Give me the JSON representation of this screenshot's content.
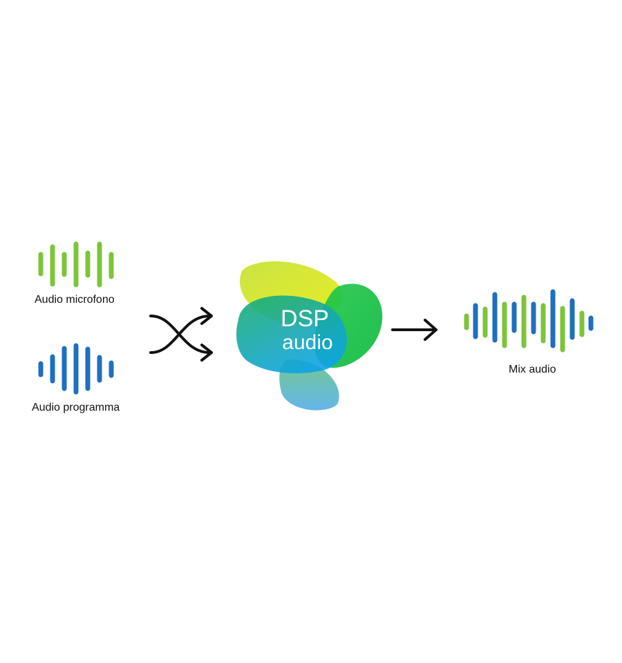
{
  "inputs": {
    "microphone": {
      "label": "Audio microfono",
      "color": "#7dc43a"
    },
    "program": {
      "label": "Audio programma",
      "color": "#1e6fbf"
    }
  },
  "dsp": {
    "line1": "DSP",
    "line2": "audio"
  },
  "output": {
    "label": "Mix audio"
  },
  "colors": {
    "green": "#7dc43a",
    "blue": "#1e6fbf",
    "arrow": "#111111"
  },
  "icons": {
    "crossover": "crossing-arrows-icon",
    "output_arrow": "right-arrow-icon",
    "blob": "dsp-blob-icon"
  }
}
